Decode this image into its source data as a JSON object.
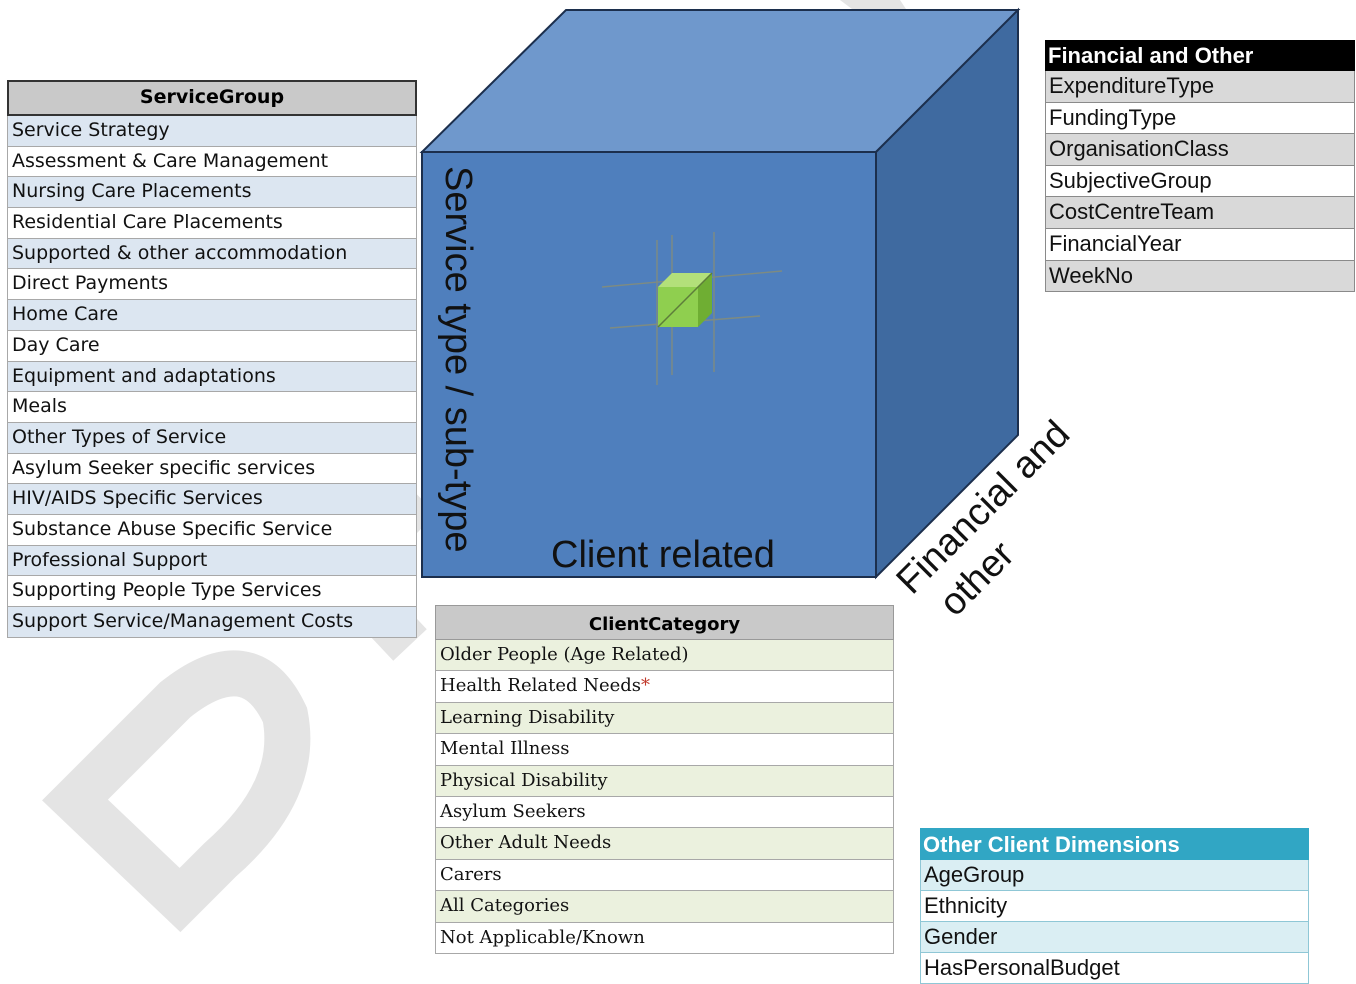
{
  "cube": {
    "colors": {
      "top": "#6f98cc",
      "front": "#4f7fbd",
      "side": "#3f6aa0",
      "cell": "#8fcf4f"
    },
    "vertical_label": "Service type / sub-type",
    "bottom_label": "Client related",
    "diagonal_label_line1": "Financial and",
    "diagonal_label_line2": "other"
  },
  "service_group": {
    "header": "ServiceGroup",
    "items": [
      "Service Strategy",
      "Assessment & Care Management",
      "Nursing Care Placements",
      "Residential Care Placements",
      "Supported & other accommodation",
      "Direct Payments",
      "Home Care",
      "Day Care",
      "Equipment and adaptations",
      "Meals",
      "Other Types of Service",
      "Asylum Seeker specific services",
      "HIV/AIDS Specific Services",
      "Substance Abuse Specific Service",
      "Professional Support",
      "Supporting People Type Services",
      "Support Service/Management Costs"
    ]
  },
  "financial_other": {
    "header": "Financial and Other",
    "items": [
      "ExpenditureType",
      "FundingType",
      "OrganisationClass",
      "SubjectiveGroup",
      "CostCentreTeam",
      "FinancialYear",
      "WeekNo"
    ]
  },
  "client_category": {
    "header": "ClientCategory",
    "items": [
      "Older People (Age Related)",
      "Health Related Needs",
      "Learning Disability",
      "Mental Illness",
      "Physical Disability",
      "Asylum Seekers",
      "Other Adult Needs",
      "Carers",
      "All Categories",
      "Not Applicable/Known"
    ],
    "asterisk": "*"
  },
  "other_client": {
    "header": "Other Client Dimensions",
    "items": [
      "AgeGroup",
      "Ethnicity",
      "Gender",
      "HasPersonalBudget"
    ]
  },
  "watermark": {
    "color": "#e4e4e4"
  }
}
